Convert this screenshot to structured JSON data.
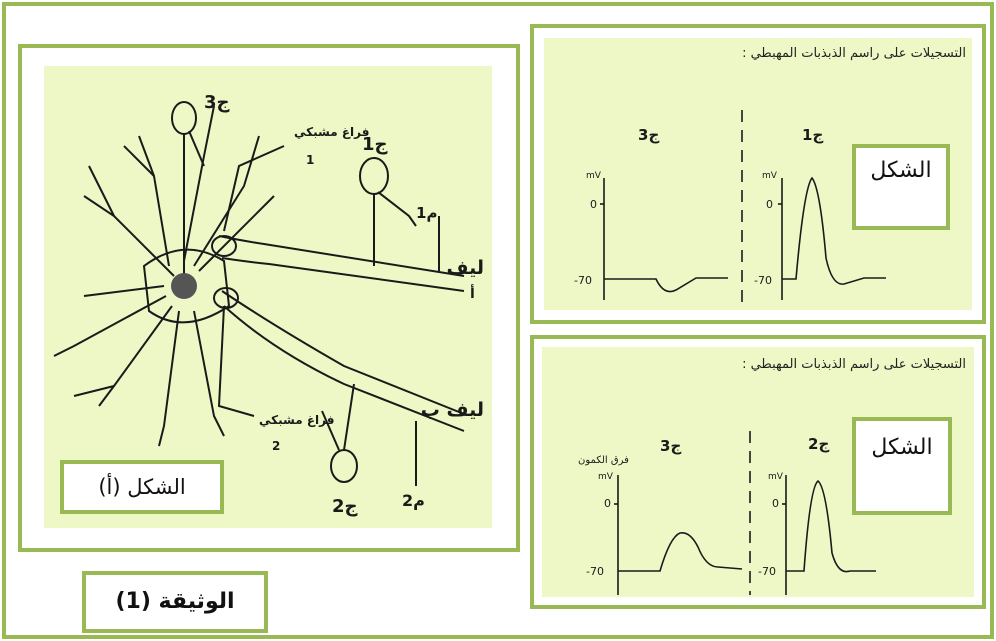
{
  "document_label": "الوثيقة (1)",
  "figure_a": {
    "caption": "الشكل (أ)",
    "labels": {
      "electrode_c3": "ج3",
      "synapse_1": "فراغ مشبكي",
      "synapse_1_num": "1",
      "electrode_c1": "ج1",
      "stim_m1": "م1",
      "fiber_a": "ليف",
      "fiber_a_letter": "أ",
      "synapse_2": "فراغ مشبكي",
      "synapse_2_num": "2",
      "fiber_b": "ليف ب",
      "electrode_c2": "ج2",
      "stim_m2": "م2"
    }
  },
  "panel_top": {
    "title": "التسجيلات على راسم الذبذبات المهبطي :",
    "box_label": "الشكل",
    "left_trace_label": "ج3",
    "right_trace_label": "ج1",
    "unit": "mV",
    "tick_zero": "0",
    "tick_rest": "-70"
  },
  "panel_bottom": {
    "title": "التسجيلات على راسم الذبذبات المهبطي :",
    "box_label": "الشكل",
    "left_trace_label": "ج3",
    "right_trace_label": "ج2",
    "axis_title": "فرق الكمون",
    "unit": "mV",
    "tick_zero": "0",
    "tick_rest": "-70"
  },
  "colors": {
    "frame": "#98b954",
    "panel_bg": "#eef7c6",
    "ink": "#1a1a1a"
  }
}
